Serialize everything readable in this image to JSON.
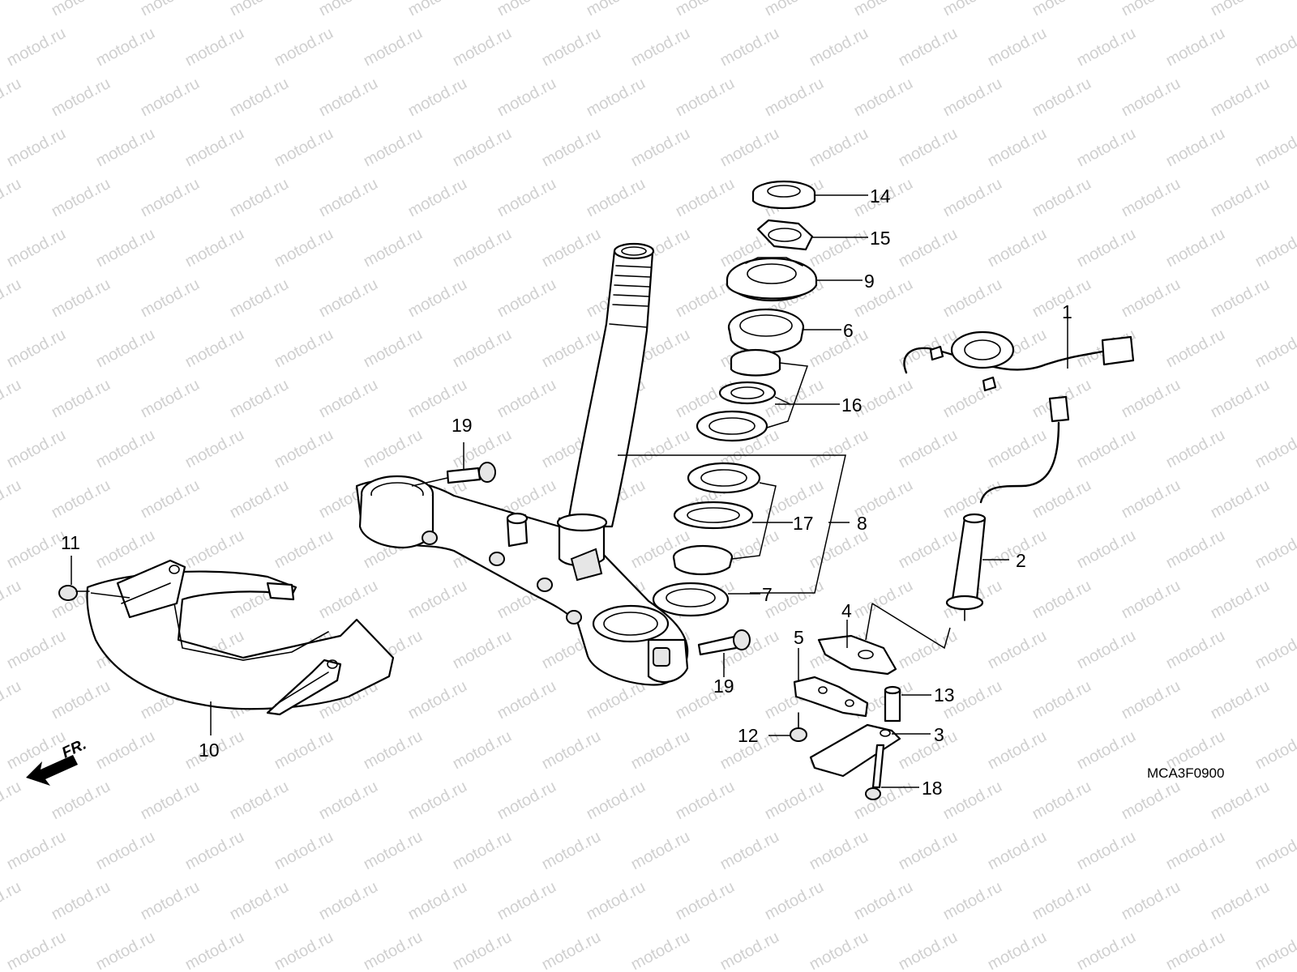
{
  "diagram": {
    "watermark_text": "motod.ru",
    "diagram_code": "MCA3F0900",
    "front_marker": "FR.",
    "callouts": {
      "c1": "1",
      "c2": "2",
      "c3": "3",
      "c4": "4",
      "c5": "5",
      "c6": "6",
      "c7": "7",
      "c8": "8",
      "c9": "9",
      "c10": "10",
      "c11": "11",
      "c12": "12",
      "c13": "13",
      "c14": "14",
      "c15": "15",
      "c16": "16",
      "c17": "17",
      "c18": "18",
      "c19a": "19",
      "c19b": "19"
    }
  }
}
